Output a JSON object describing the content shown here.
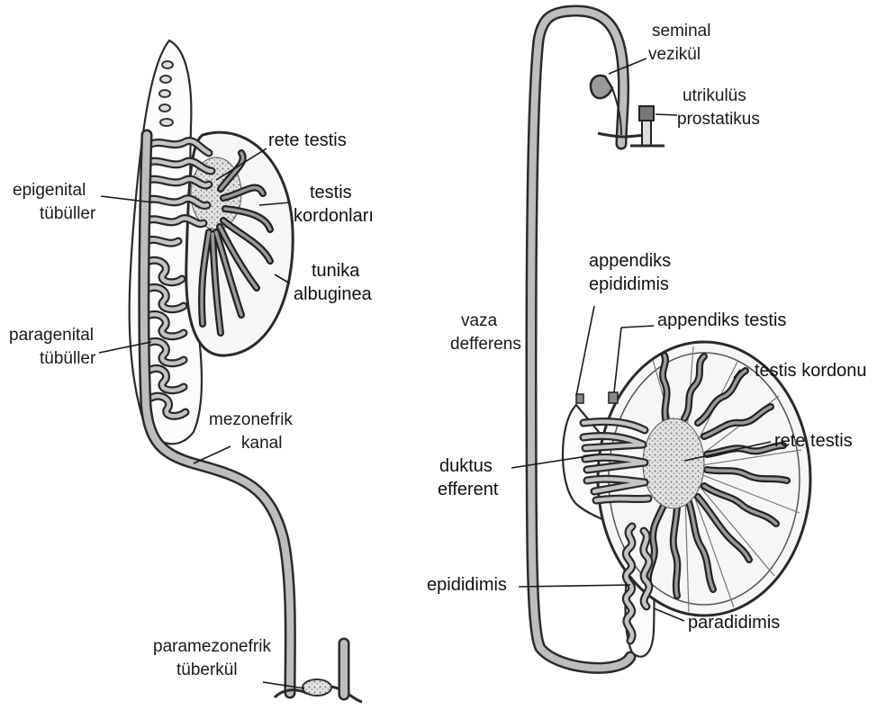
{
  "left_labels": {
    "rete_testis": "rete testis",
    "testis_kordonlari_1": "testis",
    "testis_kordonlari_2": "kordonları",
    "tunika_1": "tunika",
    "tunika_2": "albuginea",
    "epigenital_1": "epigenital",
    "epigenital_2": "tübüller",
    "paragenital_1": "paragenital",
    "paragenital_2": "tübüller",
    "mezonefrik_1": "mezonefrik",
    "mezonefrik_2": "kanal",
    "paramezonefrik_1": "paramezonefrik",
    "paramezonefrik_2": "tüberkül"
  },
  "right_labels": {
    "seminal_1": "seminal",
    "seminal_2": "vezikül",
    "utrikulus_1": "utrikulüs",
    "utrikulus_2": "prostatikus",
    "app_epid_1": "appendiks",
    "app_epid_2": "epididimis",
    "app_testis": "appendiks testis",
    "vaza_1": "vaza",
    "vaza_2": "defferens",
    "testis_kordonu": "testis kordonu",
    "rete_testis": "rete testis",
    "duktus_1": "duktus",
    "duktus_2": "efferent",
    "epididimis": "epididimis",
    "paradidimis": "paradidimis"
  }
}
